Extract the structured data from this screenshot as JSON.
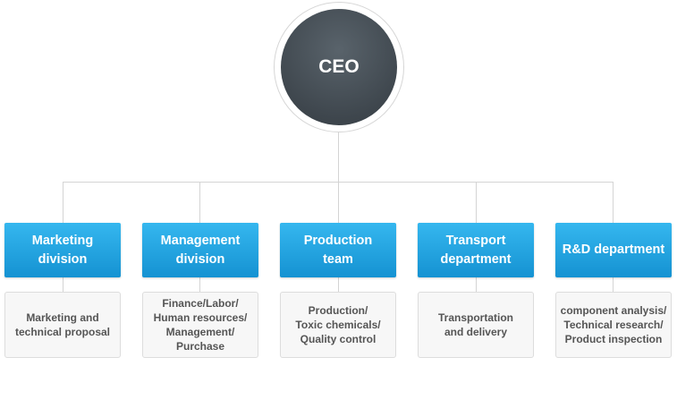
{
  "ceo": {
    "label": "CEO"
  },
  "departments": [
    {
      "name": "Marketing\ndivision",
      "duties": "Marketing and\ntechnical proposal"
    },
    {
      "name": "Management\ndivision",
      "duties": "Finance/Labor/\nHuman resources/\nManagement/\nPurchase"
    },
    {
      "name": "Production\nteam",
      "duties": "Production/\nToxic chemicals/\nQuality control"
    },
    {
      "name": "Transport\ndepartment",
      "duties": "Transportation\nand delivery"
    },
    {
      "name": "R&D department",
      "duties": "component analysis/\nTechnical research/\nProduct inspection"
    }
  ],
  "colors": {
    "ceo": "#3f474e",
    "department": "#1a9ad9",
    "duty_box": "#f7f7f7",
    "connector": "#d4d4d4"
  }
}
